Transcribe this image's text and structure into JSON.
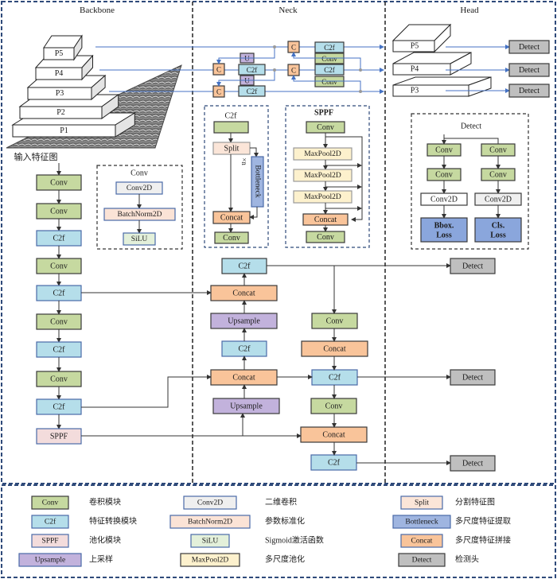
{
  "sections": {
    "backbone": "Backbone",
    "neck": "Neck",
    "head": "Head"
  },
  "colors": {
    "conv": "#c6d9a0",
    "c2f": "#b5deea",
    "sppf": "#f3dcdc",
    "upsample": "#c2b2dc",
    "conv2d": "#efefef",
    "batchnorm": "#fbe3d6",
    "silu": "#e3f0da",
    "maxpool": "#fdf1cd",
    "split": "#fbe5d8",
    "bottleneck": "#9fb5e0",
    "concat": "#f9c49a",
    "detect": "#bfbfbf",
    "loss": "#8aa6dc",
    "line_blue": "#4472c4",
    "line_dark": "#333333",
    "frame_blue": "#2f4a7a"
  },
  "pyramid": {
    "levels": [
      "P5",
      "P4",
      "P3",
      "P2",
      "P1"
    ],
    "caption": "输入特征图"
  },
  "backbone_chain": [
    "Conv",
    "Conv",
    "C2f",
    "Conv",
    "C2f",
    "Conv",
    "C2f",
    "Conv",
    "C2f",
    "SPPF"
  ],
  "conv_inset": {
    "title": "Conv",
    "blocks": [
      "Conv2D",
      "BatchNorm2D",
      "SiLU"
    ]
  },
  "neck_top": {
    "c_label": "C",
    "u_label": "U",
    "c2f_label": "C2f",
    "conv_label": "Conv"
  },
  "c2f_inset": {
    "title": "C2f",
    "split": "Split",
    "bottleneck": "Bottleneck",
    "repeat": "×n",
    "concat": "Concat",
    "conv": "Conv"
  },
  "sppf_inset": {
    "title": "SPPF",
    "blocks": [
      "Conv",
      "MaxPool2D",
      "MaxPool2D",
      "MaxPool2D",
      "Concat",
      "Conv"
    ]
  },
  "head_top": {
    "levels": [
      "P5",
      "P4",
      "P3"
    ],
    "detect": "Detect"
  },
  "detect_inset": {
    "title": "Detect",
    "left": [
      "Conv",
      "Conv",
      "Conv2D",
      "Bbox.",
      "Loss"
    ],
    "right": [
      "Conv",
      "Conv",
      "Conv2D",
      "Cls.",
      "Loss"
    ]
  },
  "neck_flow": {
    "left_col": [
      "C2f",
      "Concat",
      "Upsample",
      "C2f",
      "Concat",
      "Upsample"
    ],
    "right_col": [
      "Conv",
      "Concat",
      "C2f",
      "Conv",
      "Concat",
      "C2f"
    ],
    "detect": "Detect"
  },
  "legend": [
    {
      "label": "Conv",
      "desc": "卷积模块",
      "key": "conv"
    },
    {
      "label": "C2f",
      "desc": "特征转换模块",
      "key": "c2f"
    },
    {
      "label": "SPPF",
      "desc": "池化模块",
      "key": "sppf"
    },
    {
      "label": "Upsample",
      "desc": "上采样",
      "key": "upsample"
    },
    {
      "label": "Conv2D",
      "desc": "二维卷积",
      "key": "conv2d"
    },
    {
      "label": "BatchNorm2D",
      "desc": "参数标准化",
      "key": "batchnorm"
    },
    {
      "label": "SiLU",
      "desc": "Sigmoid激活函数",
      "key": "silu"
    },
    {
      "label": "MaxPool2D",
      "desc": "多尺度池化",
      "key": "maxpool"
    },
    {
      "label": "Split",
      "desc": "分割特征图",
      "key": "split"
    },
    {
      "label": "Bottleneck",
      "desc": "多尺度特征提取",
      "key": "bottleneck"
    },
    {
      "label": "Concat",
      "desc": "多尺度特征拼接",
      "key": "concat"
    },
    {
      "label": "Detect",
      "desc": "检测头",
      "key": "detect"
    }
  ]
}
